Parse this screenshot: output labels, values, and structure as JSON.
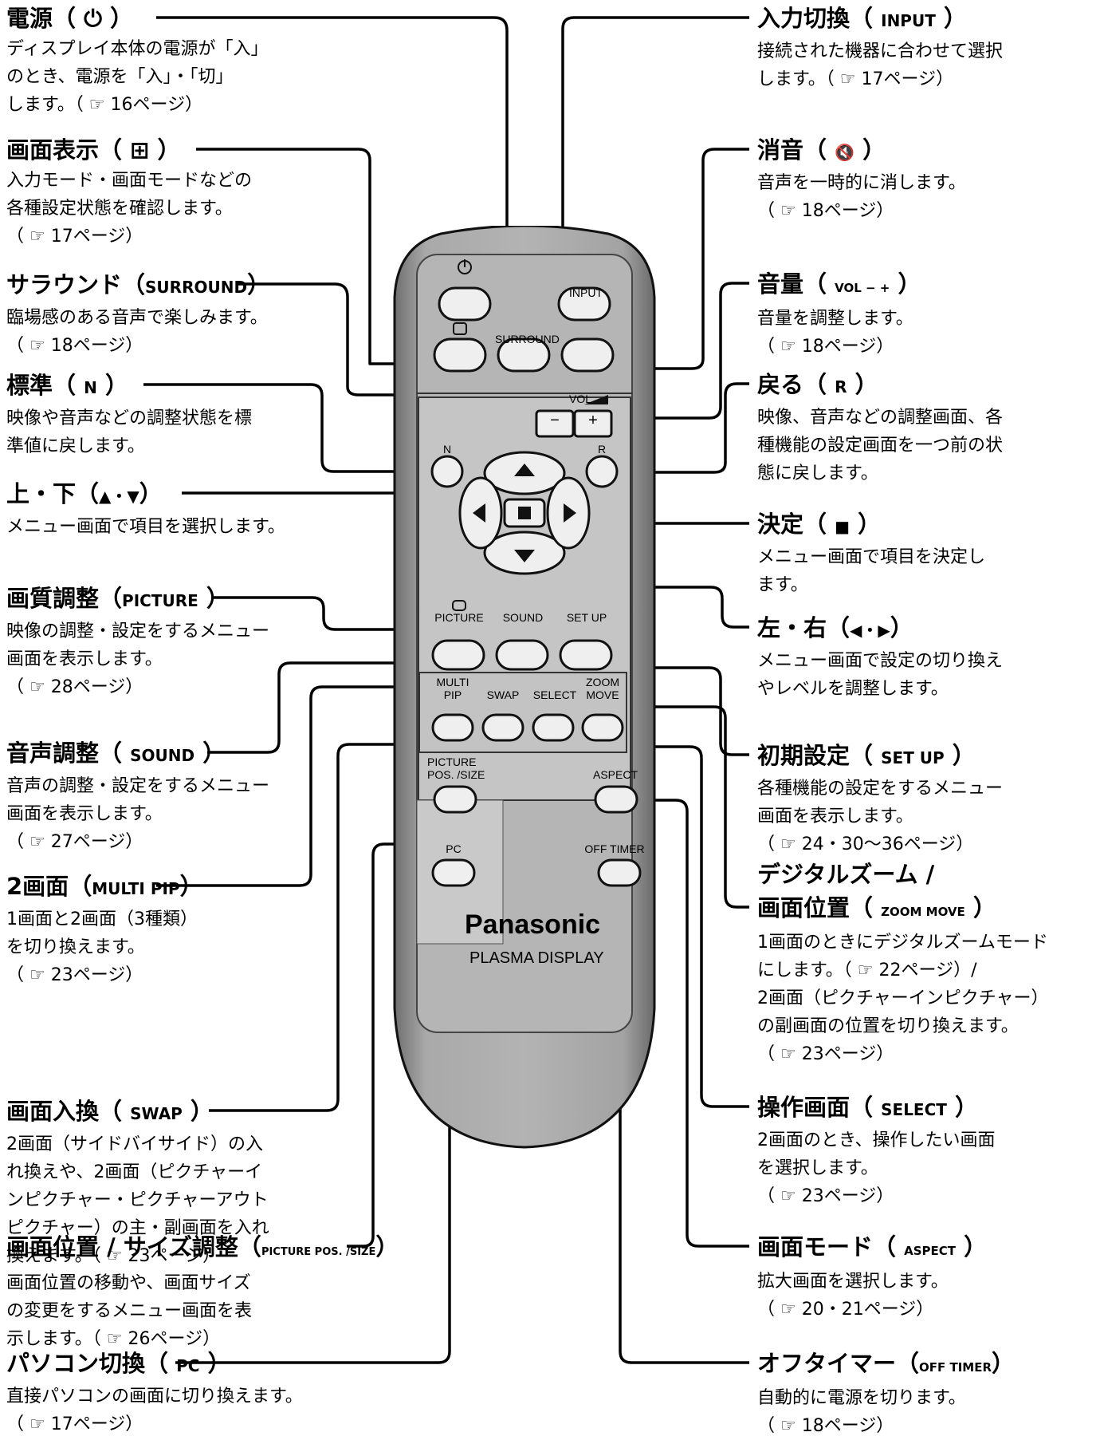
{
  "left": [
    {
      "key": "power",
      "title": "電源",
      "symbol": "⏻",
      "desc": "ディスプレイ本体の電源が「入」\nのとき、電源を「入」・「切」\nします。（ ☞ 16ページ）"
    },
    {
      "key": "display",
      "title": "画面表示",
      "symbol": "⊞",
      "desc": "入力モード・画面モードなどの\n各種設定状態を確認します。\n（ ☞ 17ページ）"
    },
    {
      "key": "surround",
      "title": "サラウンド",
      "symbol": "SURROUND",
      "desc": "臨場感のある音声で楽しみます。\n（ ☞ 18ページ）"
    },
    {
      "key": "normal",
      "title": "標準",
      "symbol": "N",
      "desc": "映像や音声などの調整状態を標\n準値に戻します。"
    },
    {
      "key": "updown",
      "title": "上・下",
      "symbol": "▲・▼",
      "desc": "メニュー画面で項目を選択します。"
    },
    {
      "key": "picture",
      "title": "画質調整",
      "symbol": "PICTURE",
      "desc": "映像の調整・設定をするメニュー\n画面を表示します。\n（ ☞ 28ページ）"
    },
    {
      "key": "sound",
      "title": "音声調整",
      "symbol": "SOUND",
      "desc": "音声の調整・設定をするメニュー\n画面を表示します。\n（ ☞ 27ページ）"
    },
    {
      "key": "multipip",
      "title": "2画面",
      "symbol": "MULTI PIP",
      "desc": "1画面と2画面（3種類）\nを切り換えます。\n（ ☞ 23ページ）"
    },
    {
      "key": "swap",
      "title": "画面入換",
      "symbol": "SWAP",
      "desc": "2画面（サイドバイサイド）の入\nれ換えや、2画面（ピクチャーイ\nンピクチャー・ピクチャーアウト\nピクチャー）の主・副画面を入れ\n換えます。（ ☞ 23ページ）"
    },
    {
      "key": "possize",
      "title": "画面位置 / サイズ調整",
      "symbol": "PICTURE POS. /SIZE",
      "desc": "画面位置の移動や、画面サイズ\nの変更をするメニュー画面を表\n示します。（ ☞ 26ページ）"
    },
    {
      "key": "pc",
      "title": "パソコン切換",
      "symbol": "PC",
      "desc": "直接パソコンの画面に切り換えます。\n（ ☞ 17ページ）"
    }
  ],
  "right": [
    {
      "key": "input",
      "title": "入力切換",
      "symbol": "INPUT",
      "desc": "接続された機器に合わせて選択\nします。（ ☞ 17ページ）"
    },
    {
      "key": "mute",
      "title": "消音",
      "symbol": "🔇",
      "desc": "音声を一時的に消します。\n（ ☞ 18ページ）"
    },
    {
      "key": "vol",
      "title": "音量",
      "symbol": "VOL − +",
      "desc": "音量を調整します。\n（ ☞ 18ページ）"
    },
    {
      "key": "return",
      "title": "戻る",
      "symbol": "R",
      "desc": "映像、音声などの調整画面、各\n種機能の設定画面を一つ前の状\n態に戻します。"
    },
    {
      "key": "enter",
      "title": "決定",
      "symbol": "■",
      "desc": "メニュー画面で項目を決定し\nます。"
    },
    {
      "key": "leftright",
      "title": "左・右",
      "symbol": "◀・▶",
      "desc": "メニュー画面で設定の切り換え\nやレベルを調整します。"
    },
    {
      "key": "setup",
      "title": "初期設定",
      "symbol": "SET UP",
      "desc": "各種機能の設定をするメニュー\n画面を表示します。\n（ ☞ 24・30～36ページ）"
    },
    {
      "key": "zoom",
      "title": "デジタルズーム /\n画面位置",
      "symbol": "ZOOM MOVE",
      "desc": "1画面のときにデジタルズームモード\nにします。（ ☞ 22ページ）/\n2画面（ピクチャーインピクチャー）\nの副画面の位置を切り換えます。\n（ ☞ 23ページ）"
    },
    {
      "key": "select",
      "title": "操作画面",
      "symbol": "SELECT",
      "desc": "2画面のとき、操作したい画面\nを選択します。\n（ ☞ 23ページ）"
    },
    {
      "key": "aspect",
      "title": "画面モード",
      "symbol": "ASPECT",
      "desc": "拡大画面を選択します。\n（ ☞ 20・21ページ）"
    },
    {
      "key": "offtimer",
      "title": "オフタイマー",
      "symbol": "OFF TIMER",
      "desc": "自動的に電源を切ります。\n（ ☞ 18ページ）"
    }
  ],
  "remote": {
    "labels": {
      "input": "INPUT",
      "surround": "SURROUND",
      "vol": "VOL",
      "minus": "−",
      "plus": "+",
      "n": "N",
      "r": "R",
      "picture": "PICTURE",
      "sound": "SOUND",
      "setup": "SET UP",
      "multi": "MULTI",
      "pip": "PIP",
      "swap": "SWAP",
      "select": "SELECT",
      "zoom": "ZOOM",
      "move": "MOVE",
      "pic_pos1": "PICTURE",
      "pic_pos2": "POS. /SIZE",
      "aspect": "ASPECT",
      "pc": "PC",
      "offtimer": "OFF TIMER"
    },
    "brand": "Panasonic",
    "subtitle": "PLASMA DISPLAY"
  },
  "colors": {
    "body": "#9a9a9a",
    "panel": "#c8c8c8",
    "outline": "#111111",
    "button": "#e8e8e8"
  }
}
